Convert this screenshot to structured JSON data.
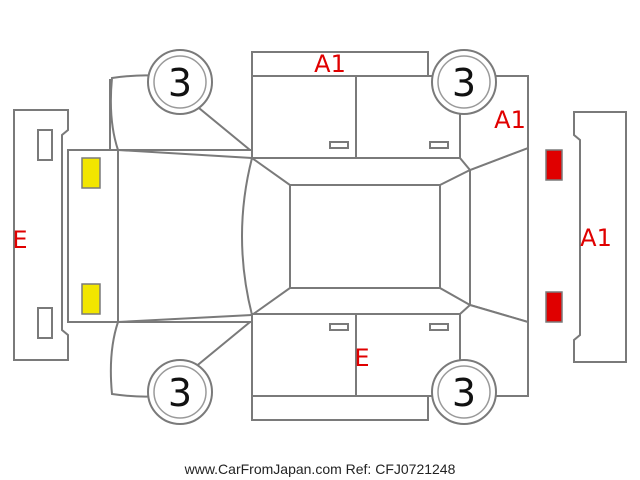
{
  "colors": {
    "outline": "#7a7a7a",
    "code_text": "#e00000",
    "headlight": "#f2e600",
    "taillight": "#e00000"
  },
  "wheels": {
    "front_left": "3",
    "rear_left": "3",
    "front_right": "3",
    "rear_right": "3"
  },
  "damage_codes": {
    "left_side": "A1",
    "rear_quarter": "A1",
    "rear_bumper": "A1",
    "front_bumper": "E",
    "right_side": "E"
  },
  "footer": "www.CarFromJapan.com Ref: CFJ0721248"
}
